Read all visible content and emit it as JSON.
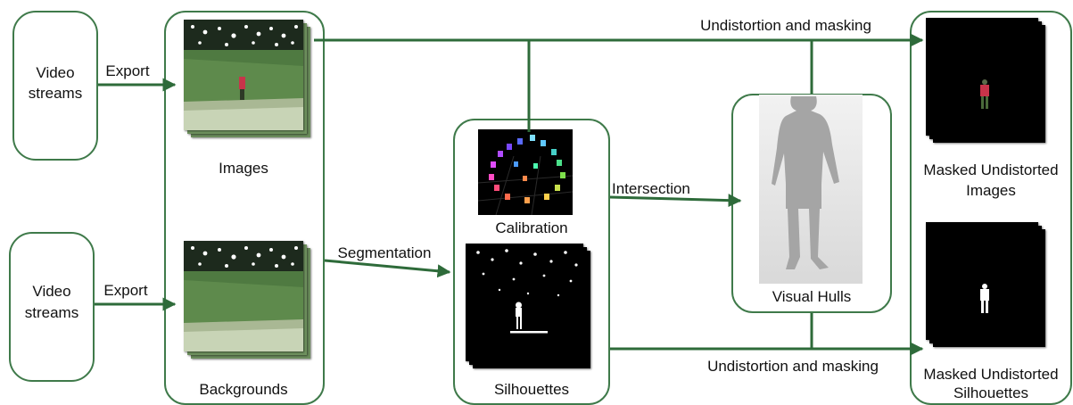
{
  "left_inputs": [
    {
      "title_line1": "Video",
      "title_line2": "streams",
      "arrow_label": "Export"
    },
    {
      "title_line1": "Video",
      "title_line2": "streams",
      "arrow_label": "Export"
    }
  ],
  "images_stack_label": "Images",
  "backgrounds_stack_label": "Backgrounds",
  "segmentation_label": "Segmentation",
  "calibration_label": "Calibration",
  "silhouettes_label": "Silhouettes",
  "intersection_label": "Intersection",
  "visual_hulls_label": "Visual Hulls",
  "top_edge_label": "Undistortion and masking",
  "bottom_edge_label": "Undistortion and masking",
  "output_images_label_line1": "Masked Undistorted",
  "output_images_label_line2": "Images",
  "output_silhouettes_label_line1": "Masked Undistorted",
  "output_silhouettes_label_line2": "Silhouettes",
  "colors": {
    "accent": "#2e6b3a",
    "box_border": "#3f7a4a",
    "studio_green": "#5e8a4c"
  }
}
